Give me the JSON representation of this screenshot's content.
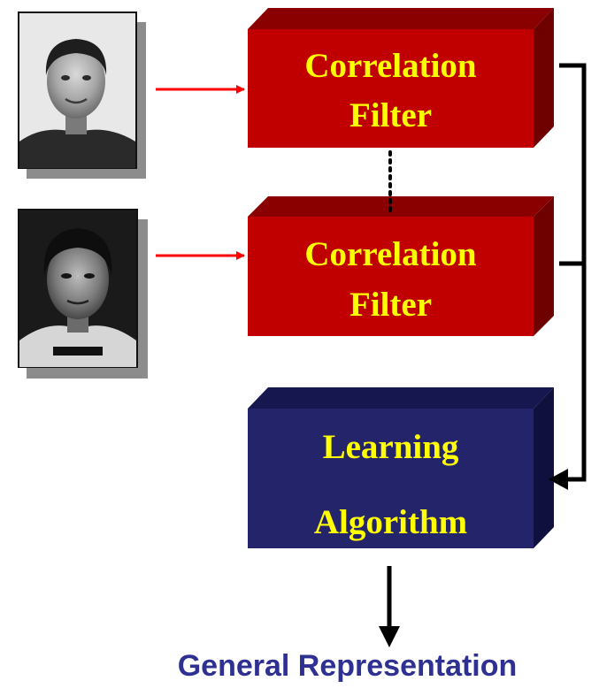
{
  "inputs": [
    {
      "kind": "face-photo",
      "tone": "light"
    },
    {
      "kind": "face-photo",
      "tone": "dark"
    }
  ],
  "filters": [
    {
      "line1": "Correlation",
      "line2": "Filter"
    },
    {
      "line1": "Correlation",
      "line2": "Filter"
    }
  ],
  "learner": {
    "line1": "Learning",
    "line2": "Algorithm"
  },
  "output": {
    "label": "General Representation"
  },
  "colors": {
    "filter_front": "#c00000",
    "filter_top": "#8a0000",
    "filter_side": "#6e0000",
    "learner_front": "#24246b",
    "learner_top": "#171750",
    "learner_side": "#10103e",
    "box_text": "#ffff00",
    "output_text": "#2f3192",
    "arrow_input": "#ff0000",
    "connector": "#000000"
  }
}
